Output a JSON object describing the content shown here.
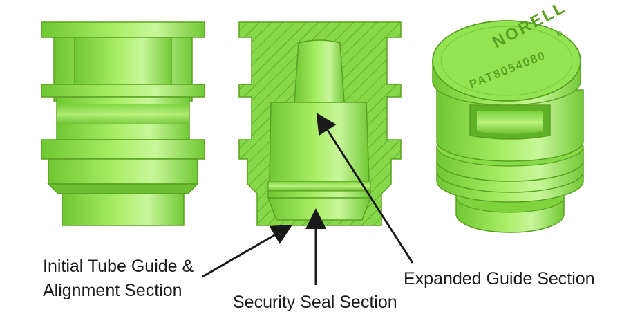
{
  "brand_text": "NORELL",
  "registered_mark": "®",
  "patent_text": "PAT8054080",
  "labels": {
    "tube_guide_line1": "Initial Tube Guide &",
    "tube_guide_line2": "Alignment Section",
    "seal": "Security Seal Section",
    "expanded": "Expanded Guide Section"
  },
  "colors": {
    "part_green": "#8fe04a",
    "part_dark": "#66b82c",
    "part_light": "#c4f58e",
    "outline": "#5aa022",
    "hatch": "#4f9a1a",
    "arrow": "#1a1a1a"
  }
}
